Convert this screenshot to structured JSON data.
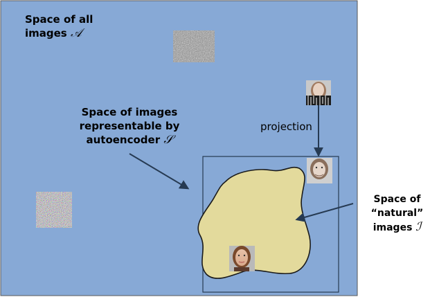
{
  "labels": {
    "all_images_line1": "Space of all",
    "all_images_line2": "images",
    "all_images_symbol": "𝒜",
    "representable_line1": "Space of images",
    "representable_line2": "representable by",
    "representable_line3": "autoencoder",
    "representable_symbol": "𝒮",
    "projection": "projection",
    "natural_line1": "Space of “natural”",
    "natural_line2": "images",
    "natural_symbol": "ℐ"
  },
  "colors": {
    "space_all_fill": "#87a9d6",
    "natural_fill": "#e3da9c",
    "outline": "#222222"
  },
  "icons": {
    "noise_gray": "grayscale-noise-image",
    "noise_color": "color-noise-image",
    "face_corrupted": "corrupted-face-image",
    "face_projected": "projected-face-image",
    "face_natural": "natural-face-image"
  }
}
